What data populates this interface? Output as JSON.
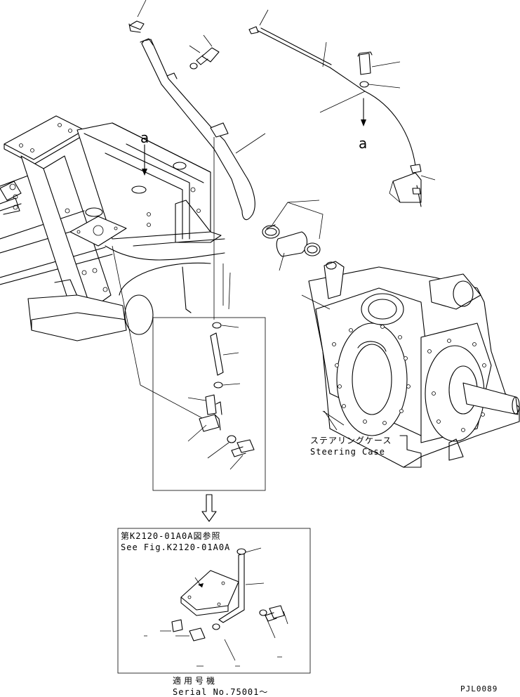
{
  "labels": {
    "view_letter_1": "a",
    "view_letter_2": "a",
    "steering_case_jp": "ステアリングケース",
    "steering_case_en": "Steering Case",
    "ref_jp": "第K2120-01A0A図参照",
    "ref_en": "See Fig.K2120-01A0A",
    "serial_jp": "適用号機",
    "serial_en": "Serial No.75001～",
    "drawing_code": "PJL0089"
  },
  "colors": {
    "line": "#000000",
    "background": "#ffffff"
  }
}
